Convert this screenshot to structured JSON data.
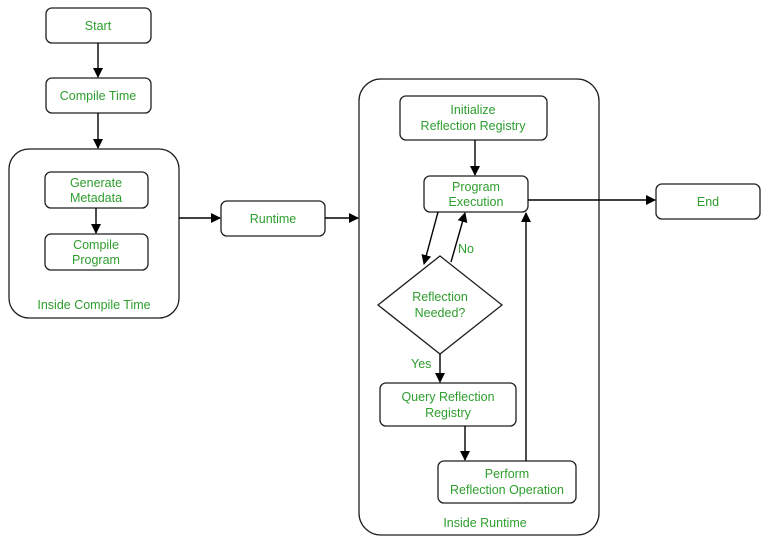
{
  "colors": {
    "text": "#2e9e2e",
    "stroke": "#1f1f1f",
    "background": "#ffffff"
  },
  "groups": {
    "compile_time": {
      "label": "Inside Compile Time"
    },
    "runtime": {
      "label": "Inside Runtime"
    }
  },
  "nodes": {
    "start": {
      "line1": "Start"
    },
    "compile_time": {
      "line1": "Compile Time"
    },
    "generate_metadata": {
      "line1": "Generate",
      "line2": "Metadata"
    },
    "compile_program": {
      "line1": "Compile",
      "line2": "Program"
    },
    "runtime": {
      "line1": "Runtime"
    },
    "init_registry": {
      "line1": "Initialize",
      "line2": "Reflection Registry"
    },
    "program_execution": {
      "line1": "Program",
      "line2": "Execution"
    },
    "reflection_needed": {
      "line1": "Reflection",
      "line2": "Needed?"
    },
    "query_registry": {
      "line1": "Query Reflection",
      "line2": "Registry"
    },
    "perform_operation": {
      "line1": "Perform",
      "line2": "Reflection Operation"
    },
    "end": {
      "line1": "End"
    }
  },
  "edges": {
    "no": "No",
    "yes": "Yes"
  }
}
